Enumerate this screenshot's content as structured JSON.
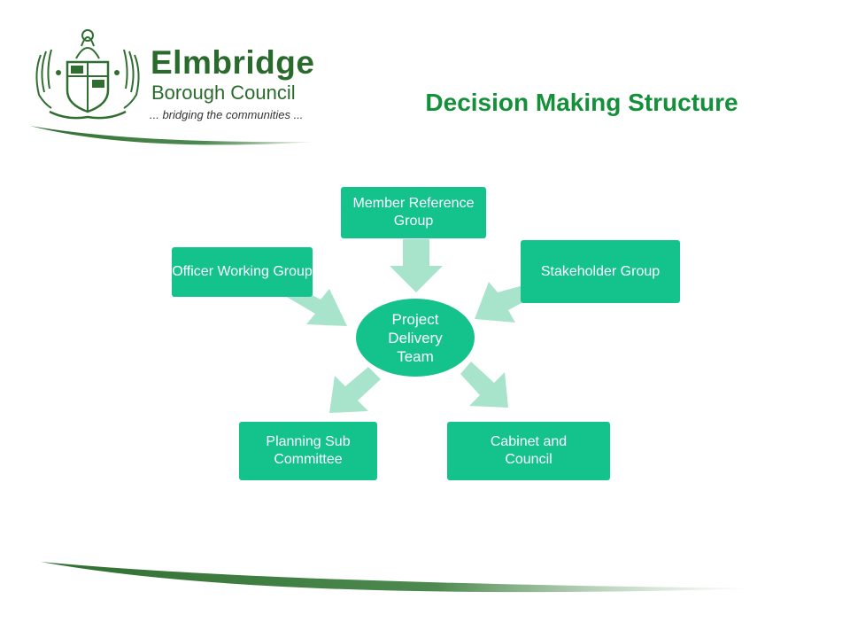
{
  "logo": {
    "name": "Elmbridge",
    "subtitle": "Borough Council",
    "tagline": "... bridging the communities ...",
    "crest_icon": "coat-of-arms-icon"
  },
  "title": "Decision Making Structure",
  "diagram": {
    "center": "Project Delivery Team",
    "nodes": [
      {
        "id": "member",
        "label": "Member Reference Group",
        "direction": "input"
      },
      {
        "id": "officer",
        "label": "Officer Working Group",
        "direction": "input"
      },
      {
        "id": "stakeholder",
        "label": "Stakeholder Group",
        "direction": "input"
      },
      {
        "id": "planning",
        "label": "Planning Sub Committee",
        "direction": "output"
      },
      {
        "id": "cabinet",
        "label": "Cabinet and Council",
        "direction": "output"
      }
    ]
  },
  "colors": {
    "node_fill": "#14c28c",
    "arrow_fill": "#a8e4cc",
    "title": "#14903a",
    "brand": "#2a6a2c"
  }
}
